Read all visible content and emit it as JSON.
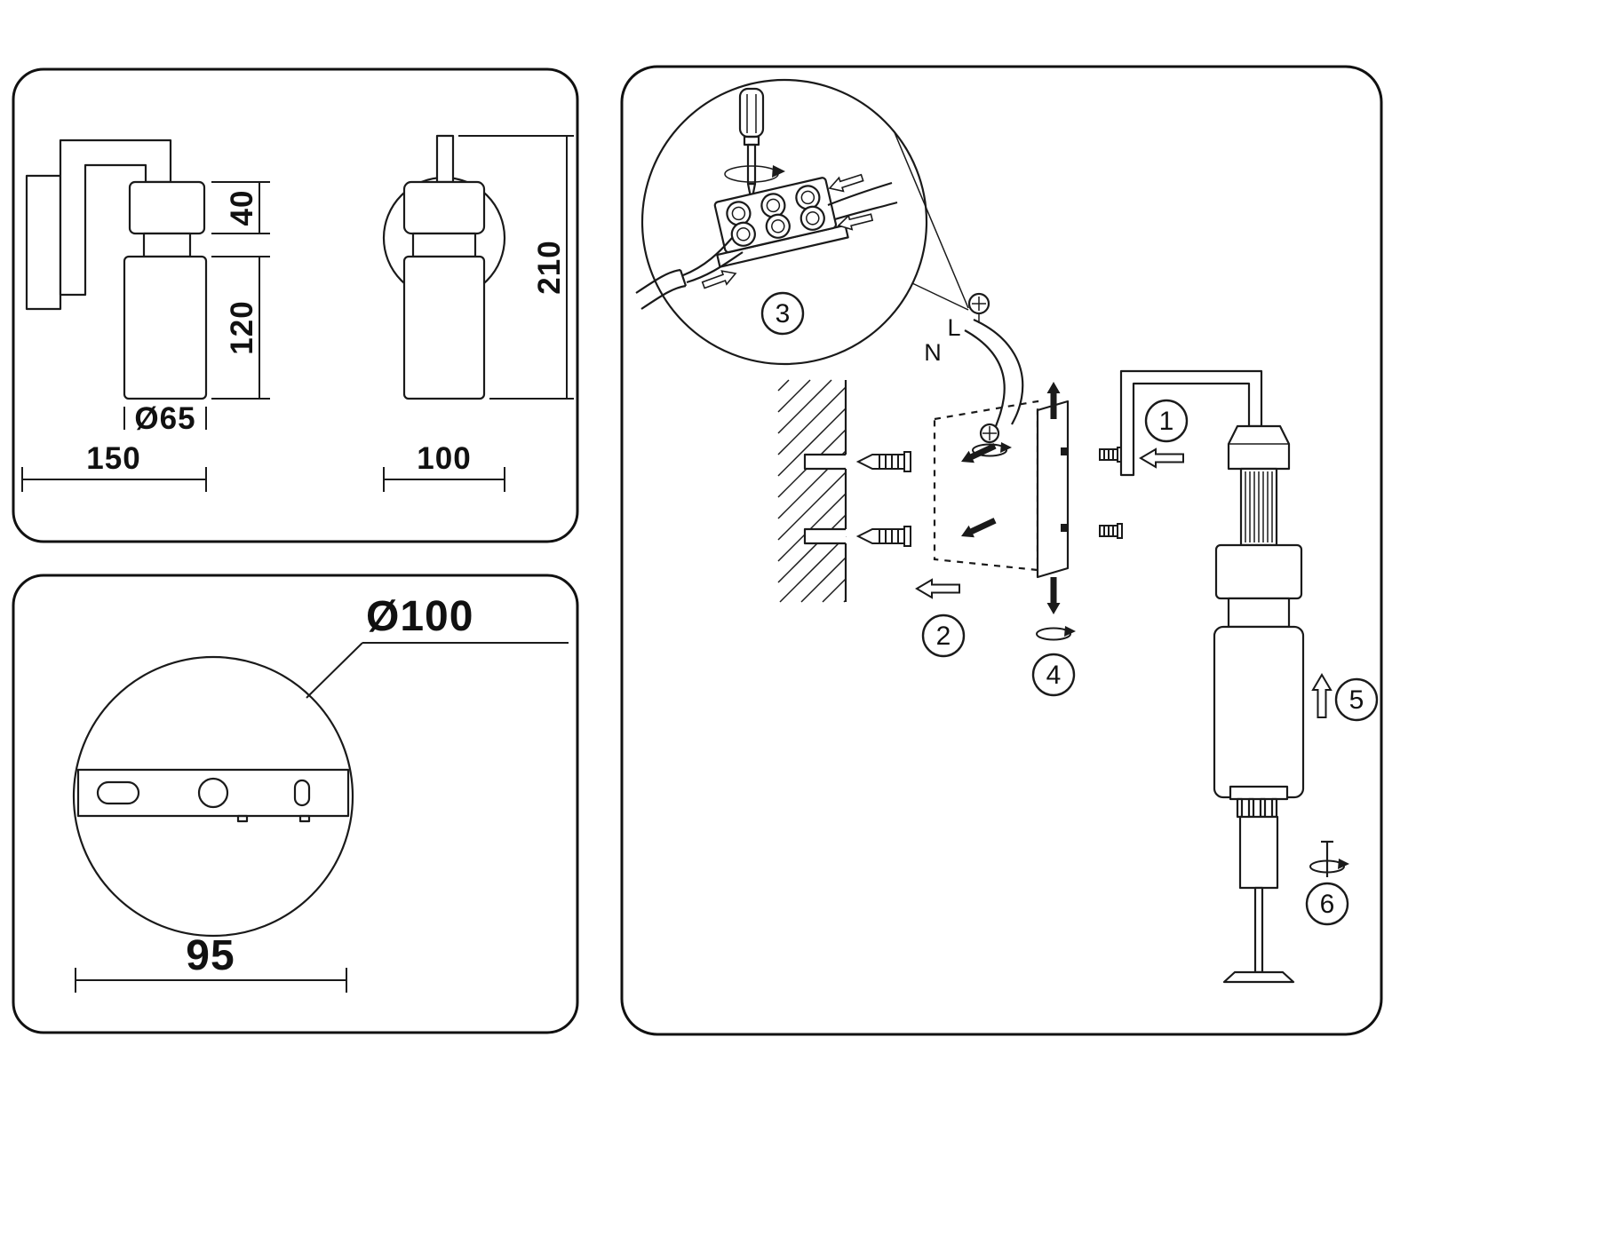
{
  "dim_panel": {
    "side": {
      "top_section": "40",
      "shade": "120",
      "diameter": "Ø65",
      "depth": "150"
    },
    "front": {
      "height": "210",
      "width": "100"
    }
  },
  "plate_panel": {
    "diameter": "Ø100",
    "spacing": "95"
  },
  "install": {
    "steps": [
      "1",
      "2",
      "3",
      "4",
      "5",
      "6"
    ],
    "wire_live": "L",
    "wire_neutral": "N"
  }
}
